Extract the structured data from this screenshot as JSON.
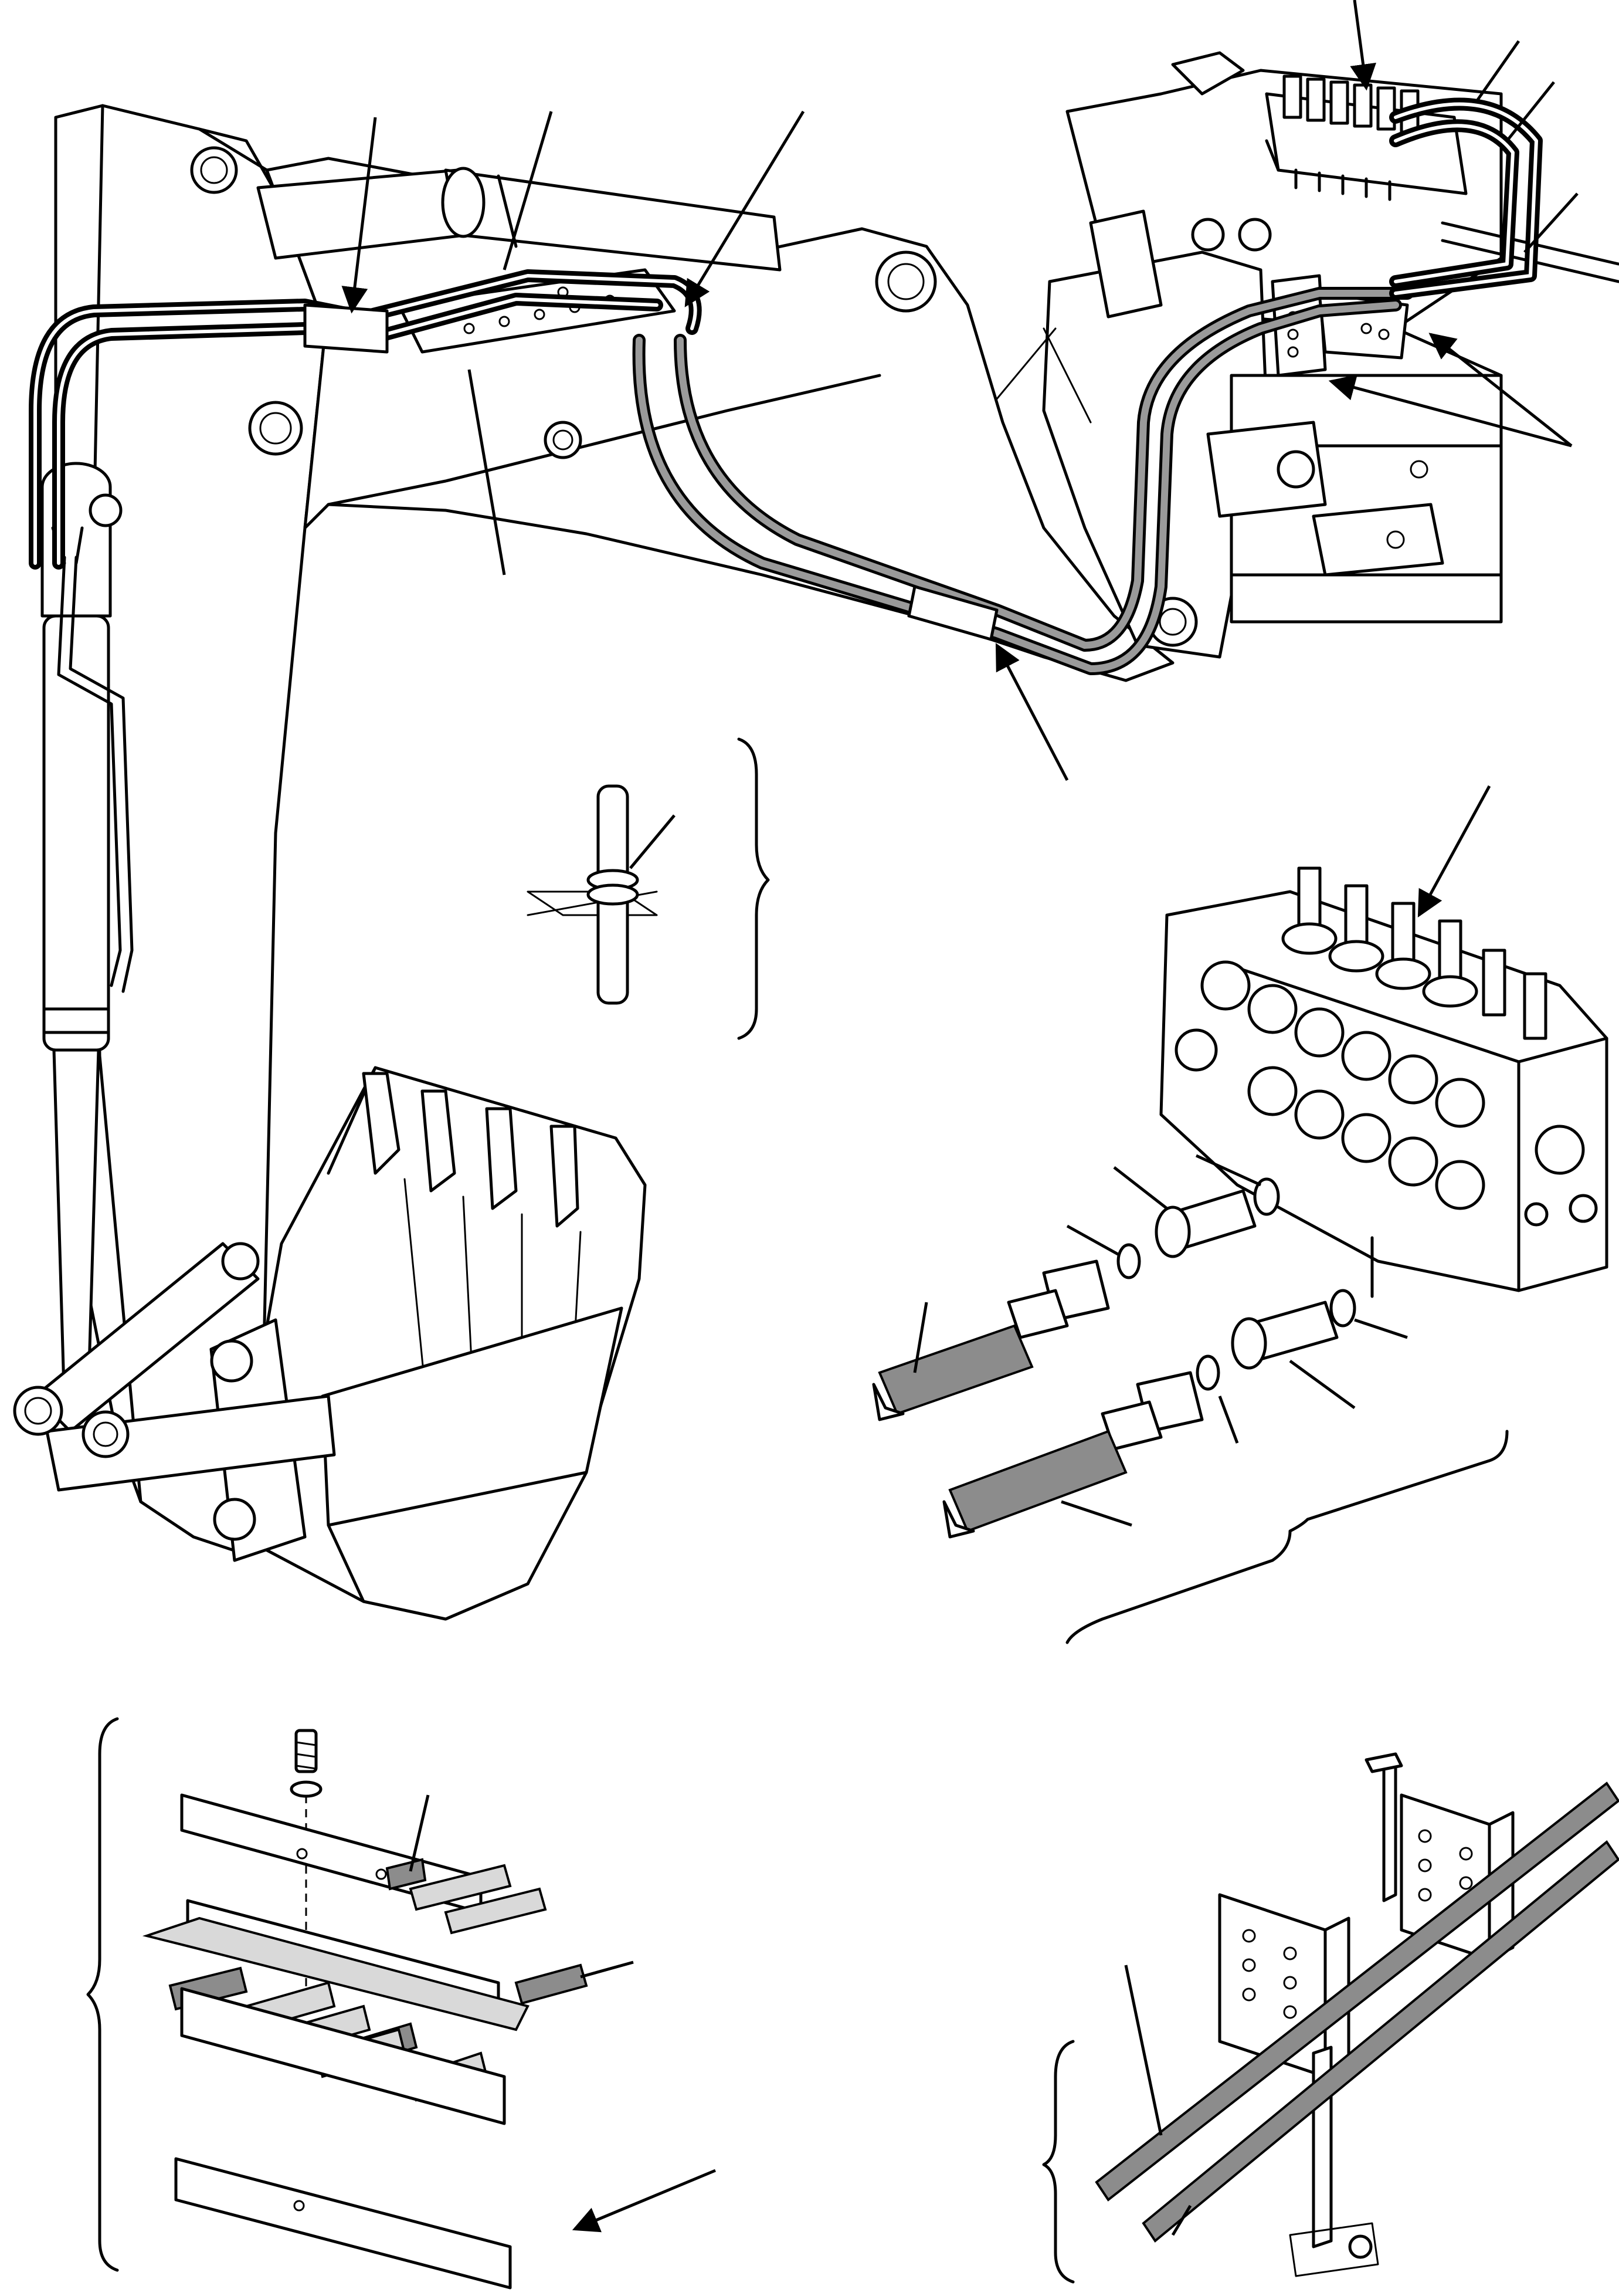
{
  "figure": {
    "description_labels": [],
    "views": [
      "boom-arm-assembly",
      "hose-clamp-detail",
      "control-valve-detail",
      "hose-holder-detail",
      "hose-bracket-detail"
    ]
  },
  "colors": {
    "line": "#000000",
    "hose_fill": "#9a9a9a",
    "background": "#ffffff"
  }
}
